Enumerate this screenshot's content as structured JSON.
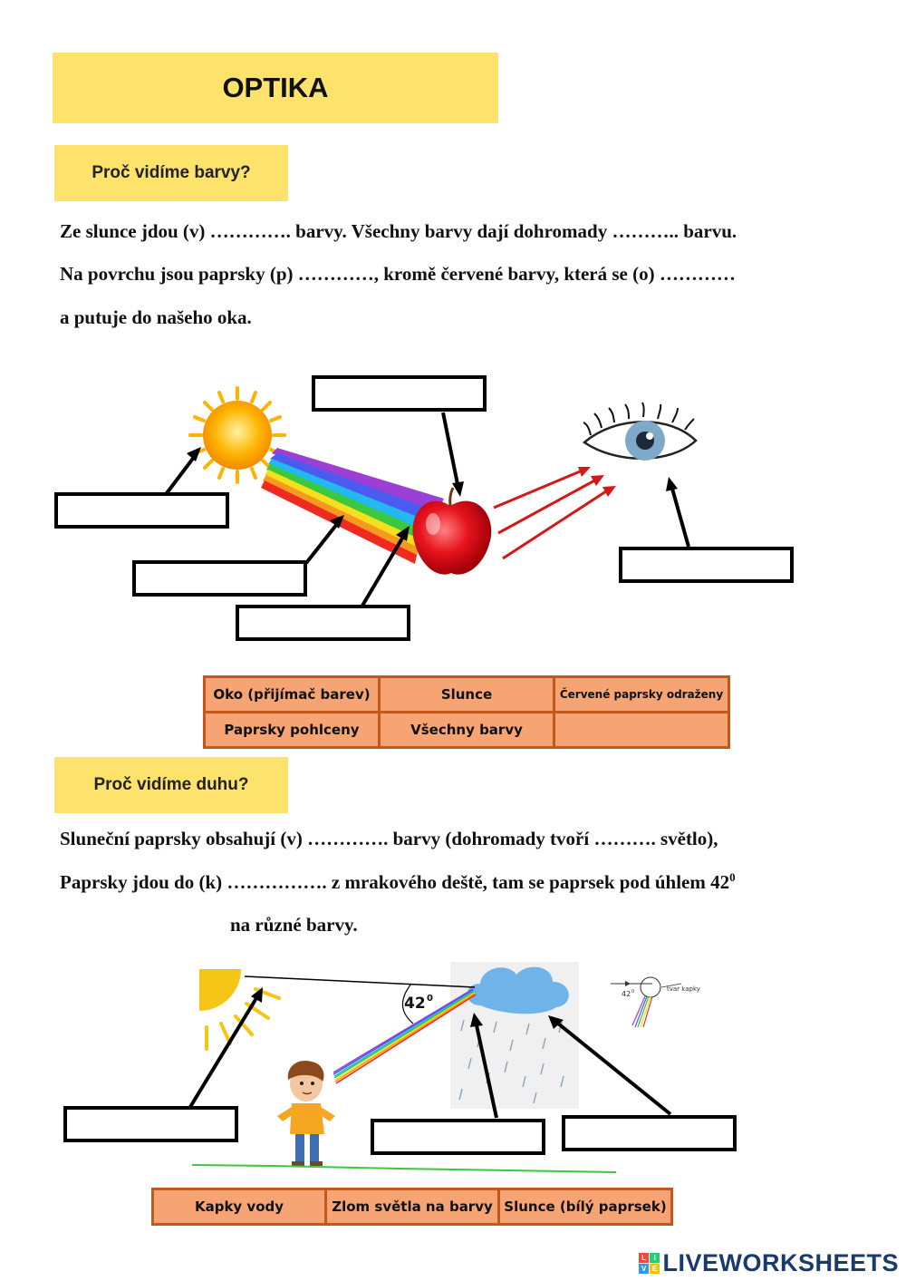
{
  "title": "OPTIKA",
  "section1": {
    "heading": "Proč vidíme barvy?",
    "lines": [
      "Ze slunce jdou (v) …………. barvy. Všechny barvy dají dohromady ……….. barvu.",
      "Na povrchu jsou paprsky (p) …………, kromě červené barvy, která se (o) …………",
      "a putuje do našeho oka."
    ],
    "word_bank": [
      [
        "Oko (přijímač barev)",
        "Slunce",
        "Červené paprsky odraženy"
      ],
      [
        "Paprsky pohlceny",
        "Všechny barvy",
        ""
      ]
    ]
  },
  "section2": {
    "heading": "Proč vidíme duhu?",
    "lines": [
      "Sluneční paprsky obsahují (v) …………. barvy (dohromady tvoří ………. světlo),",
      "Paprsky jdou do (k) ……………. z mrakového deště, tam se paprsek pod úhlem 42"
    ],
    "superscript": "0",
    "line3": "na různé barvy.",
    "angle_label": "42",
    "angle_sup": "0",
    "inset_angle": "42",
    "inset_label": "tvar kapky",
    "word_bank": [
      "Kapky vody",
      "Zlom světla na barvy",
      "Slunce (bílý paprsek)"
    ]
  },
  "logo": {
    "text": "LIVEWORKSHEETS",
    "mark_letters": [
      "L",
      "I",
      "V",
      "E"
    ],
    "colors": [
      "#e74c3c",
      "#2ecc71",
      "#3498db",
      "#f1c40f"
    ]
  }
}
